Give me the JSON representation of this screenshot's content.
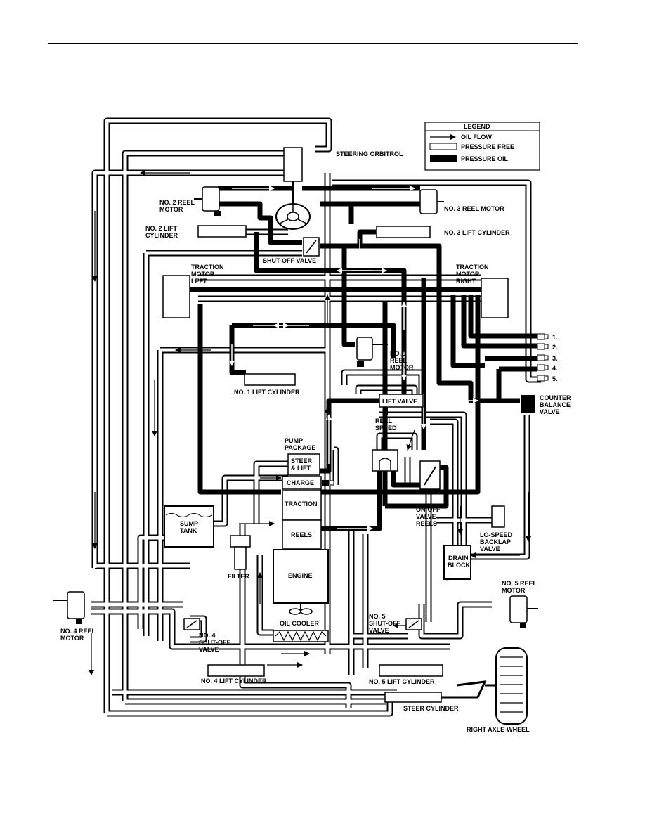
{
  "legend": {
    "title": "LEGEND",
    "oil_flow": "OIL FLOW",
    "pressure_free": "PRESSURE FREE",
    "pressure_oil": "PRESSURE OIL"
  },
  "labels": {
    "steering_orbitrol": "STEERING ORBITROL",
    "no2_reel_motor_1": "NO. 2 REEL",
    "no2_reel_motor_2": "MOTOR",
    "no3_reel_motor": "NO. 3 REEL MOTOR",
    "no2_lift_cyl_1": "NO. 2 LIFT",
    "no2_lift_cyl_2": "CYLINDER",
    "no3_lift_cyl": "NO. 3 LIFT CYLINDER",
    "shutoff_valve": "SHUT-OFF VALVE",
    "traction_left_1": "TRACTION",
    "traction_left_2": "MOTOR",
    "traction_left_3": "LEFT",
    "traction_right_1": "TRACTION",
    "traction_right_2": "MOTOR",
    "traction_right_3": "RIGHT",
    "no1_reel_motor_1": "NO. 1",
    "no1_reel_motor_2": "REEL",
    "no1_reel_motor_3": "MOTOR",
    "no1_lift_cyl": "NO. 1 LIFT CYLINDER",
    "port_1": "1.",
    "port_2": "2.",
    "port_3": "3.",
    "port_4": "4.",
    "port_5": "5.",
    "counter_balance_1": "COUNTER",
    "counter_balance_2": "BALANCE",
    "counter_balance_3": "VALVE",
    "lift_valve": "LIFT VALVE",
    "reel_speed_1": "REEL",
    "reel_speed_2": "SPEED",
    "pump_package_1": "PUMP",
    "pump_package_2": "PACKAGE",
    "steer_lift_1": "STEER",
    "steer_lift_2": "& LIFT",
    "charge": "CHARGE",
    "traction": "TRACTION",
    "reels": "REELS",
    "engine": "ENGINE",
    "sump_tank_1": "SUMP",
    "sump_tank_2": "TANK",
    "filter": "FILTER",
    "oil_cooler": "OIL COOLER",
    "onoff_valve_1": "ON-OFF",
    "onoff_valve_2": "VALVE",
    "onoff_valve_3": "REELS",
    "lospeed_1": "LO-SPEED",
    "lospeed_2": "BACKLAP",
    "lospeed_3": "VALVE",
    "drain_block_1": "DRAIN",
    "drain_block_2": "BLOCK",
    "no5_reel_motor_1": "NO. 5 REEL",
    "no5_reel_motor_2": "MOTOR",
    "no4_reel_motor_1": "NO. 4 REEL",
    "no4_reel_motor_2": "MOTOR",
    "no4_shutoff_1": "NO. 4",
    "no4_shutoff_2": "SHUT-OFF",
    "no4_shutoff_3": "VALVE",
    "no5_shutoff_1": "NO. 5",
    "no5_shutoff_2": "SHUT-OFF",
    "no5_shutoff_3": "VALVE",
    "no4_lift_cyl": "NO. 4 LIFT CYLINDER",
    "no5_lift_cyl": "NO. 5 LIFT CYLINDER",
    "steer_cylinder": "STEER CYLINDER",
    "right_axle_wheel": "RIGHT AXLE-WHEEL"
  }
}
